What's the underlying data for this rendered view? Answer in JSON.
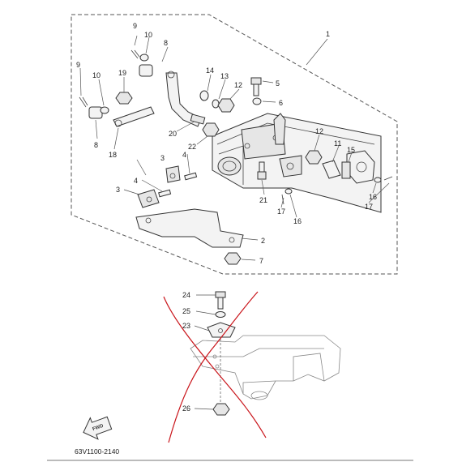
{
  "diagram": {
    "callouts_upper": {
      "c1": "1",
      "c2": "2",
      "c3a": "3",
      "c3b": "3",
      "c4a": "4",
      "c4b": "4",
      "c5": "5",
      "c6": "6",
      "c7": "7",
      "c8a": "8",
      "c8b": "8",
      "c9a": "9",
      "c9b": "9",
      "c10a": "10",
      "c10b": "10",
      "c11": "11",
      "c12a": "12",
      "c12b": "12",
      "c13": "13",
      "c14": "14",
      "c15": "15",
      "c16a": "16",
      "c16b": "16",
      "c17a": "17",
      "c17b": "17",
      "c18": "18",
      "c19": "19",
      "c20": "20",
      "c21": "21",
      "c22": "22"
    },
    "callouts_lower": {
      "c23": "23",
      "c24": "24",
      "c25": "25",
      "c26": "26"
    },
    "fwd_arrow_label": "FWD",
    "drawing_code": "63V1100-2140",
    "markup_color": "#c9141a"
  }
}
